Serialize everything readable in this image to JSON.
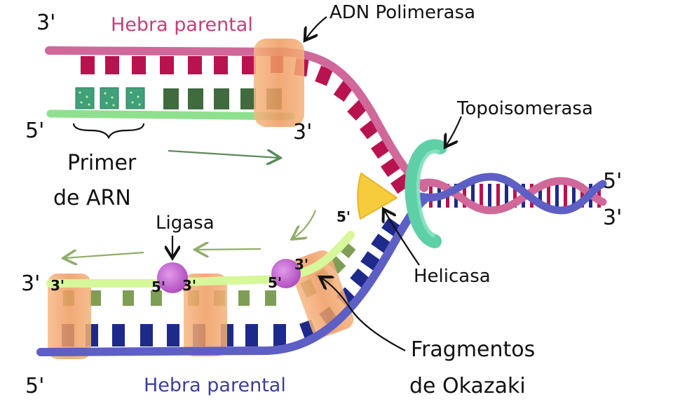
{
  "labels": {
    "hebra_parental_top": "Hebra parental",
    "hebra_parental_bottom": "Hebra parental",
    "adn_polimerasa": "ADN Polimerasa",
    "topoisomerasa": "Topoisomerasa",
    "helicasa": "Helicasa",
    "ligasa": "Ligasa",
    "primer_line1": "Primer",
    "primer_line2": "de ARN",
    "fragmentos_line1": "Fragmentos",
    "fragmentos_line2": "de Okazaki"
  },
  "ends": {
    "top_left_3": "3'",
    "leading_left_5": "5'",
    "leading_right_3": "3'",
    "right_top_5": "5'",
    "right_bottom_3": "3'",
    "lagging_left_3": "3'",
    "bottom_left_5": "5'",
    "frag1_left_3": "3'",
    "frag1_right_5": "5'",
    "frag2_left_3": "3'",
    "frag2_right_5": "5'",
    "frag3_left_3": "3'",
    "frag3_top_5": "5'"
  },
  "colors": {
    "parental_top": "#d0689a",
    "parental_bottom": "#5e5fc4",
    "leading_strand": "#8ee08f",
    "lagging_strand": "#d6f79a",
    "base_top": "#b8134f",
    "base_bottom": "#1e2a8a",
    "base_green": "#3f6b3f",
    "base_lagging": "#7f9e55",
    "polymerase": "#f0a66a",
    "helicase": "#f6cc3d",
    "topoisomerase": "#5fcfa8",
    "ligase": "#c46ad1",
    "primer": "#3fa07a",
    "arrow_green": "#5c8a5c"
  }
}
